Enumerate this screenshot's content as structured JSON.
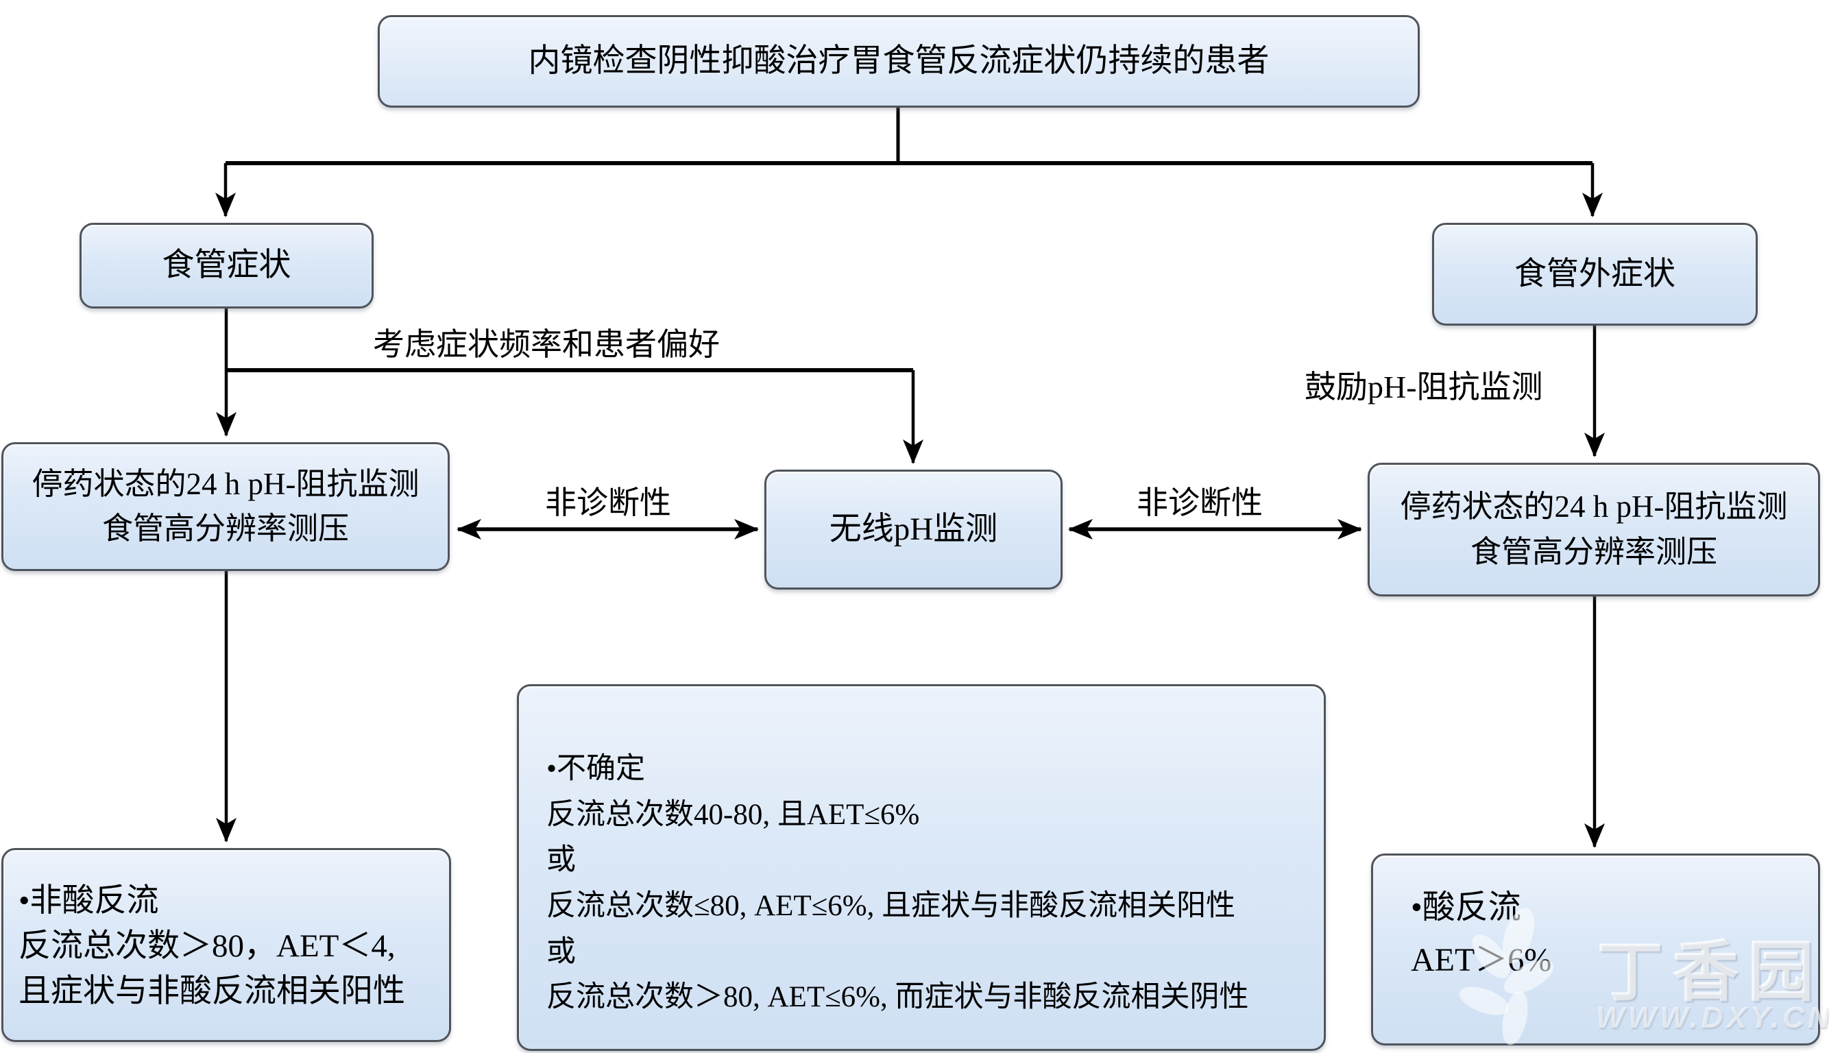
{
  "nodes": {
    "start": {
      "label": "内镜检查阴性抑酸治疗胃食管反流症状仍持续的患者"
    },
    "esophageal": {
      "label": "食管症状"
    },
    "extraesophageal": {
      "label": "食管外症状"
    },
    "left_test": {
      "label": "停药状态的24 h pH-阻抗监测\n食管高分辨率测压"
    },
    "wireless": {
      "label": "无线pH监测"
    },
    "right_test": {
      "label": "停药状态的24 h pH-阻抗监测\n食管高分辨率测压"
    },
    "nonacid_result": {
      "label": "•非酸反流\n反流总次数＞80，AET＜4,\n且症状与非酸反流相关阳性"
    },
    "uncertain_result": {
      "label": "•不确定\n反流总次数40-80, 且AET≤6%\n或\n反流总次数≤80, AET≤6%, 且症状与非酸反流相关阳性\n或\n反流总次数＞80, AET≤6%, 而症状与非酸反流相关阴性"
    },
    "acid_result": {
      "label": "•酸反流\nAET＞6%"
    }
  },
  "edge_labels": {
    "consider_frequency": "考虑症状频率和患者偏好",
    "encourage_monitoring": "鼓励pH-阻抗监测",
    "nondiagnostic_left": "非诊断性",
    "nondiagnostic_right": "非诊断性"
  },
  "watermark": {
    "name": "丁香园",
    "url": "WWW.DXY.CN",
    "logo": "dxy-leaf-icon"
  },
  "colors": {
    "box_fill_light": "#edf3fb",
    "box_fill_dark": "#cfe0f3",
    "box_border": "#4f545c",
    "line": "#000000",
    "background": "#ffffff"
  }
}
